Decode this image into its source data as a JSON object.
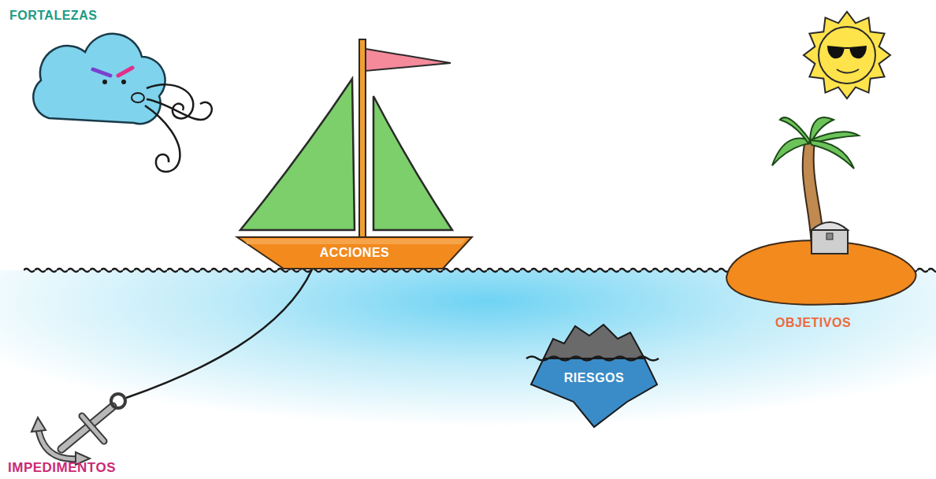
{
  "diagram": {
    "nodes": [
      {
        "text": [
          "ACCIONES"
        ]
      },
      {
        "text": [
          "RIESGOS"
        ]
      }
    ],
    "labels": [
      "FORTALEZAS",
      "OBJETIVOS",
      "IMPEDIMENTOS"
    ]
  }
}
